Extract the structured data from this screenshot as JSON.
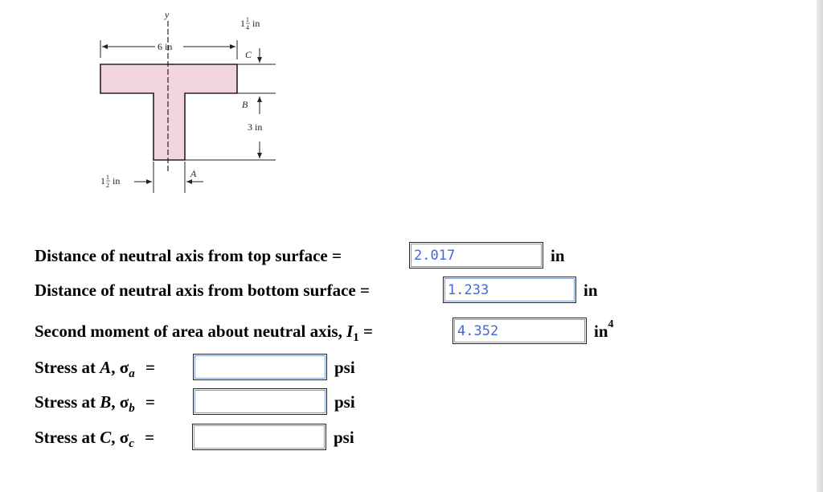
{
  "diagram": {
    "labels": {
      "y_axis": "y",
      "width": "6 in",
      "flange": "1",
      "flange_frac_num": "1",
      "flange_frac_den": "4",
      "flange_unit": "in",
      "web_height": "3 in",
      "web_width": "1",
      "web_frac_num": "1",
      "web_frac_den": "2",
      "web_unit": "in",
      "point_a": "A",
      "point_b": "B",
      "point_c": "C"
    },
    "colors": {
      "fill": "#f2d4df",
      "stroke": "#222222"
    }
  },
  "form": {
    "top": {
      "label": "Distance of neutral axis from top surface =",
      "value": "2.017",
      "unit": "in"
    },
    "bottom": {
      "label": "Distance of neutral axis from bottom surface =",
      "value": "1.233",
      "unit": "in"
    },
    "moment": {
      "label": "Second moment of area about neutral axis,",
      "symbol": "I",
      "subscript": "1",
      "eq": "=",
      "value": "4.352",
      "unit": "in",
      "unit_exp": "4"
    },
    "stress_a": {
      "prefix": "Stress at",
      "point": "A",
      "comma": ",",
      "sigma": "σ",
      "subscript": "a",
      "eq": "=",
      "value": "",
      "unit": "psi"
    },
    "stress_b": {
      "prefix": "Stress at",
      "point": "B",
      "comma": ",",
      "sigma": "σ",
      "subscript": "b",
      "eq": "=",
      "value": "",
      "unit": "psi"
    },
    "stress_c": {
      "prefix": "Stress at",
      "point": "C",
      "comma": ",",
      "sigma": "σ",
      "subscript": "c",
      "eq": "=",
      "value": "",
      "unit": "psi"
    }
  }
}
